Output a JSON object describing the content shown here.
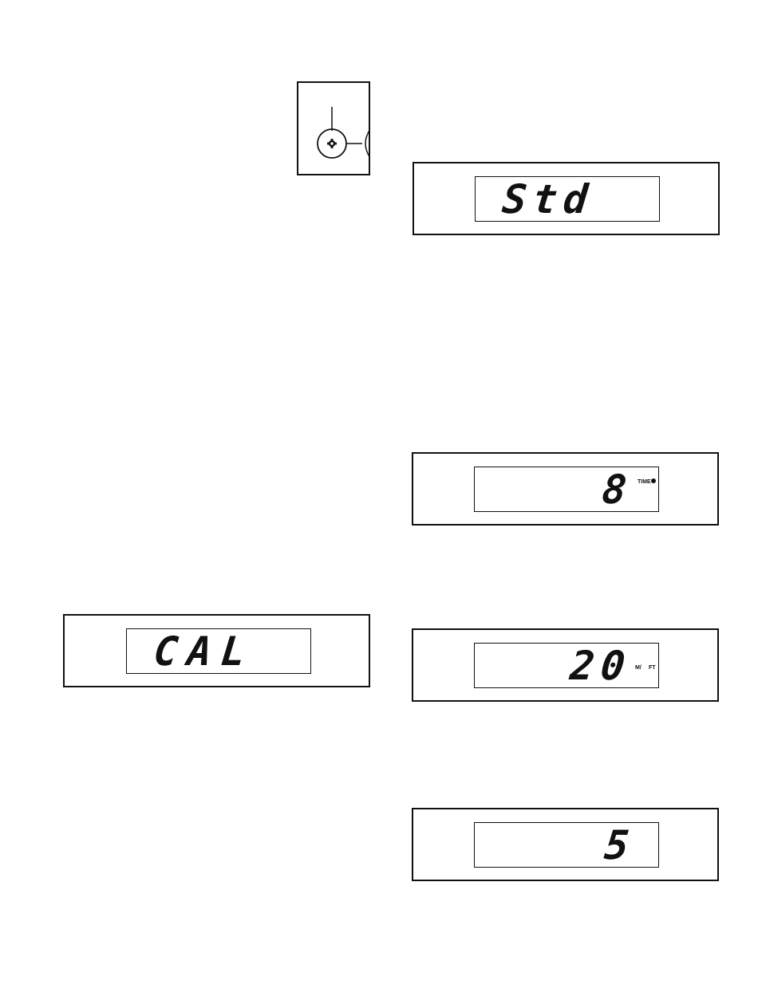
{
  "displays": {
    "std": {
      "text": "Std"
    },
    "time": {
      "text": "8",
      "label": "TIME"
    },
    "weight": {
      "text": "20",
      "unit_left": "M/",
      "unit_right": "FT"
    },
    "level": {
      "text": "5"
    },
    "cal": {
      "text": "CAL"
    }
  },
  "icons": {
    "key": "key-icon"
  },
  "colors": {
    "ink": "#111111",
    "paper": "#ffffff"
  }
}
